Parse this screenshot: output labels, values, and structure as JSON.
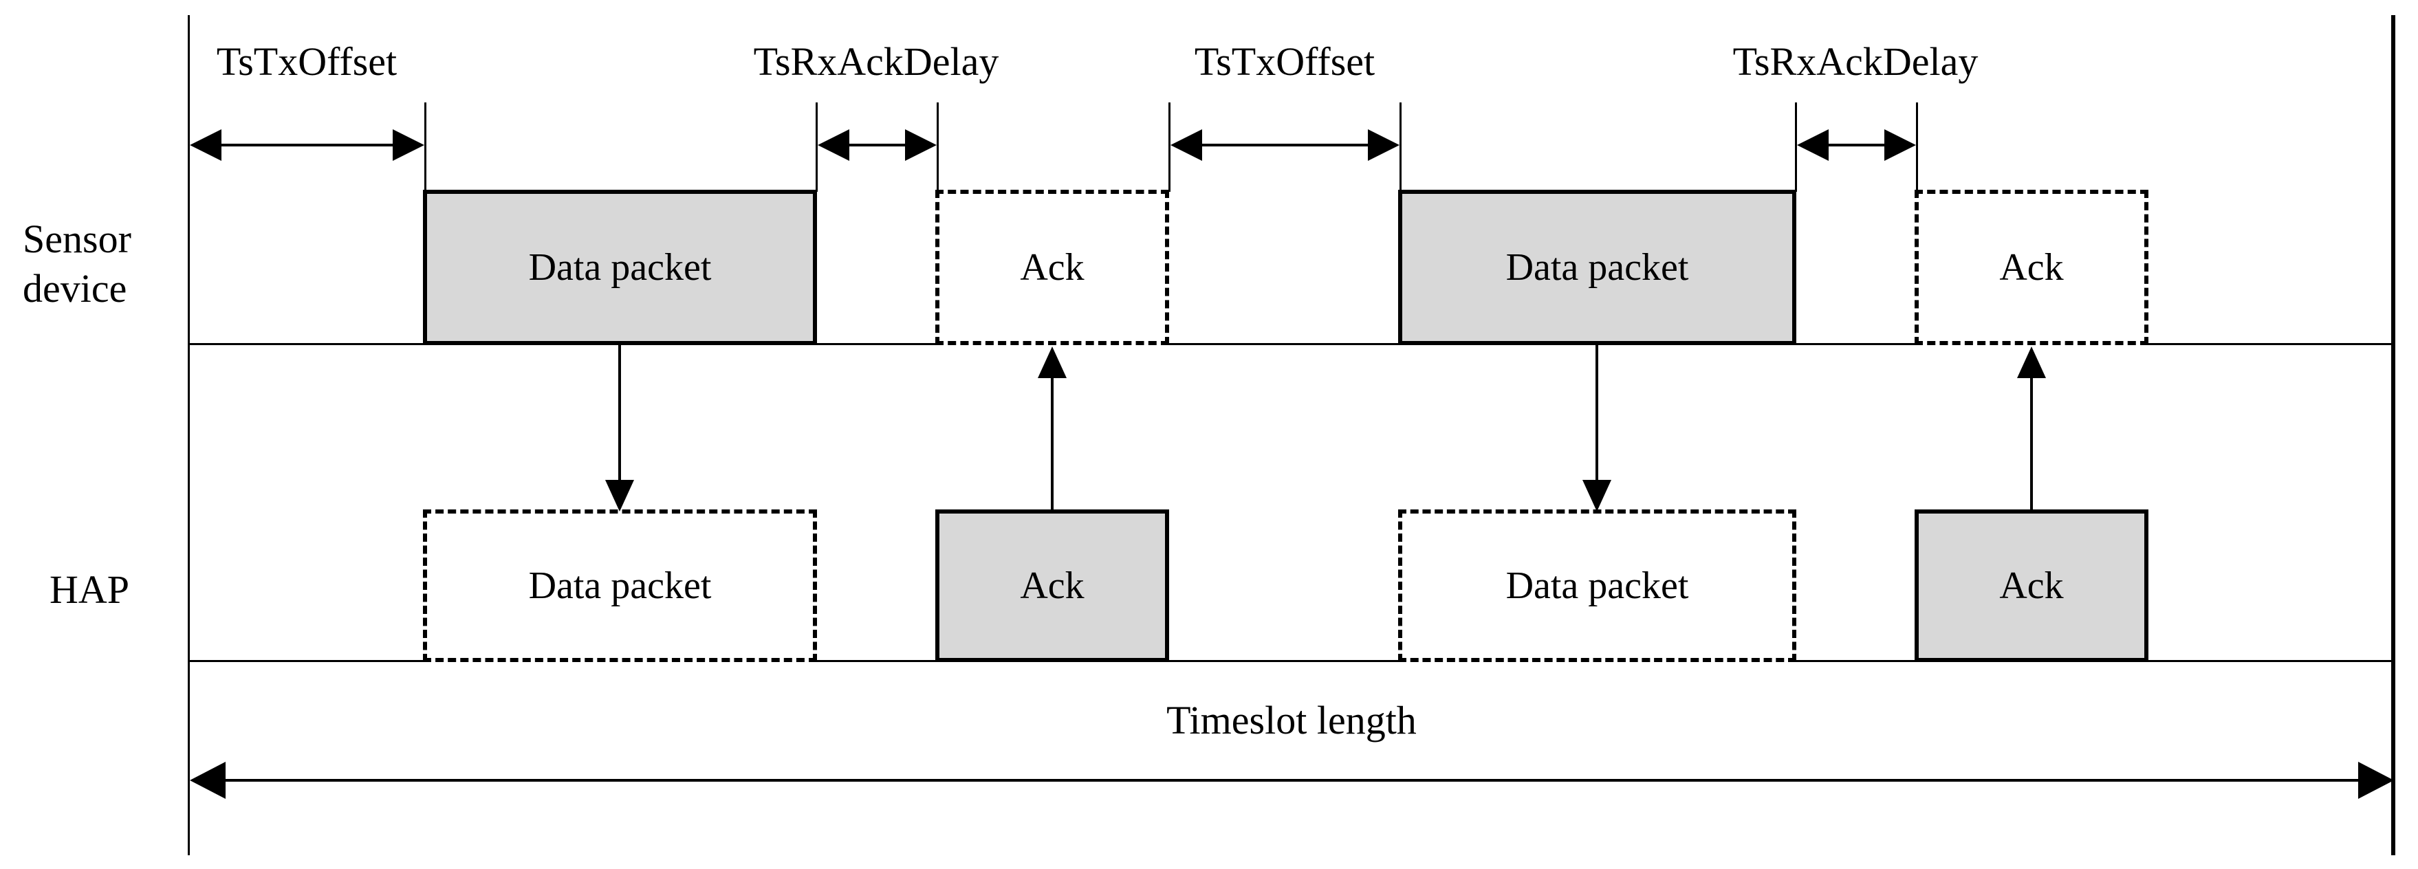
{
  "top_labels": {
    "tx_offset_1": "TsTxOffset",
    "rx_ack_delay_1": "TsRxAckDelay",
    "tx_offset_2": "TsTxOffset",
    "rx_ack_delay_2": "TsRxAckDelay"
  },
  "row_labels": {
    "sensor_line_1": "Sensor",
    "sensor_line_2": "device",
    "hap": "HAP"
  },
  "sensor_row": {
    "data_packet_1": "Data packet",
    "ack_1": "Ack",
    "data_packet_2": "Data packet",
    "ack_2": "Ack"
  },
  "hap_row": {
    "data_packet_1": "Data packet",
    "ack_1": "Ack",
    "data_packet_2": "Data packet",
    "ack_2": "Ack"
  },
  "bottom": {
    "timeslot_length": "Timeslot length"
  },
  "colors": {
    "line": "#000000",
    "packet_fill": "#d8d8d8",
    "background": "#ffffff"
  }
}
